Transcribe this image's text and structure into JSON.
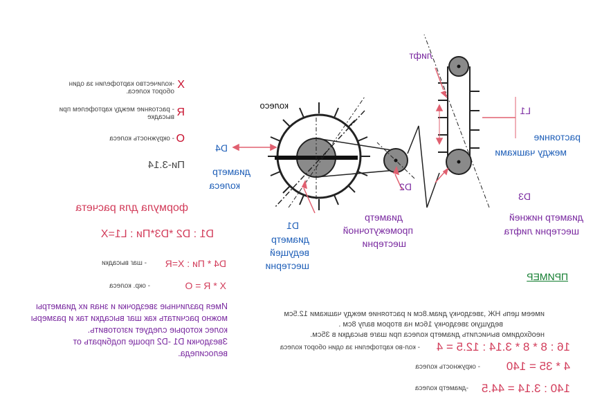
{
  "legend": {
    "x_symbol": "X",
    "x_desc": "-количество картофелин за один оборот колеса.",
    "r_symbol": "R",
    "r_desc": "- растояние между картофелем при высадке",
    "o_symbol": "O",
    "o_desc": "- окружность колеса",
    "pi": "Пи-3.14"
  },
  "formula": {
    "title": "формула для расчета",
    "f1": "D1 : D2 *D3*Пи : L1=X",
    "f2": "D4 * Пи : X=R",
    "f2_note": "- шаг высадки",
    "f3": "X * R = O",
    "f3_note": "- окр. колеса"
  },
  "note_text": [
    "Имея различные звездочки и зная их диаметры",
    "можно расчитать как шаг высадки так и размеры",
    "колес которые следует изготовить.",
    "Звездочки D1 -D2 проще подбирать от",
    "велосипеда."
  ],
  "diagram": {
    "wheel": "колесо",
    "d4": "D4",
    "wheel_diam": [
      "диаметр",
      "колеса"
    ],
    "d1": "D1",
    "drive_gear": [
      "диаметр",
      "ведущей",
      "шестерни"
    ],
    "d2": "D2",
    "mid_gear": [
      "диаметр",
      "промежуточной",
      "шестерни"
    ],
    "lift": "лифт",
    "l1": "L1",
    "distance": [
      "растояние",
      "между чашками"
    ],
    "d3": "D3",
    "lower_gear": [
      "диаметр нижней",
      "шестерни лифта"
    ]
  },
  "example": {
    "title": "ПРИМЕР",
    "text": [
      "имеем цепь НЖ ,звездочку диам.8см и растояние между чашками 12.5см",
      "ведущую звездочку 16см на втором валу 8см .",
      "необходимо вычислить диаметр колеса при шаге высадки в 35см."
    ],
    "calc1": "16 : 8 * 8 * 3.14 : 12.5 = 4",
    "calc1_note": "- кол-во картофелин за один оборот колеса",
    "calc2": "4 * 35 = 140",
    "calc2_note": "- окружность колеса",
    "calc3": "140 : 3.14 = 44.5",
    "calc3_note": "-диаметр колеса"
  },
  "colors": {
    "blue": "#1f5fb8",
    "red": "#c8102e",
    "purple": "#7a2aa0",
    "green": "#0d7a2b"
  }
}
